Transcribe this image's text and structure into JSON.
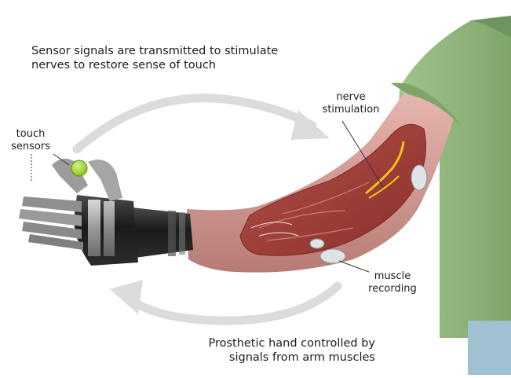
{
  "captions": {
    "top": [
      "Sensor signals are transmitted to stimulate",
      "nerves to restore sense of touch"
    ],
    "bottom": [
      "Prosthetic hand controlled by",
      "signals from arm muscles"
    ]
  },
  "labels": {
    "touch_sensors": [
      "touch",
      "sensors"
    ],
    "nerve_stimulation": [
      "nerve",
      "stimulation"
    ],
    "muscle_recording": [
      "muscle",
      "recording"
    ]
  },
  "colors": {
    "shirt": "#8fb77a",
    "skin": "#d8a6a0",
    "muscle": "#a8453e",
    "nerve": "#f2c21a",
    "sensor": "#9ad52a",
    "prosthetic_black": "#1a1a1a",
    "prosthetic_metal": "#a9a9a9",
    "arrow": "#d7d7d7"
  }
}
